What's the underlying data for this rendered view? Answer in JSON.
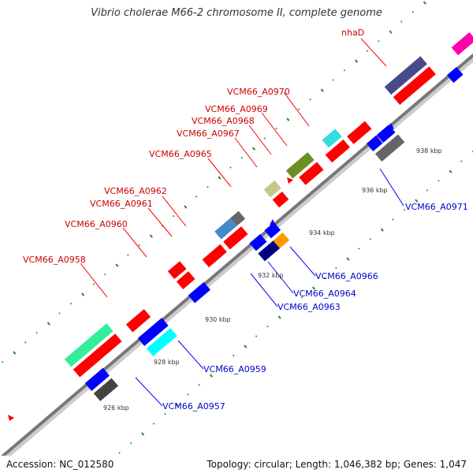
{
  "title": "Vibrio cholerae M66-2 chromosome II, complete genome",
  "footer": {
    "accession": "Accession: NC_012580",
    "summary": "Topology: circular; Length: 1,046,382 bp; Genes: 1,047"
  },
  "scale_labels": [
    "926 kbp",
    "928 kbp",
    "930 kbp",
    "932 kbp",
    "934 kbp",
    "936 kbp",
    "938 kbp"
  ],
  "gene_labels_forward": [
    "nhaD",
    "VCM66_A0970",
    "VCM66_A0969",
    "VCM66_A0968",
    "VCM66_A0967",
    "VCM66_A0965",
    "VCM66_A0962",
    "VCM66_A0961",
    "VCM66_A0960",
    "VCM66_A0958"
  ],
  "gene_labels_reverse": [
    "VCM66_A0971",
    "VCM66_A0966",
    "VCM66_A0964",
    "VCM66_A0963",
    "VCM66_A0959",
    "VCM66_A0957"
  ],
  "colors": {
    "forward_cds": "#ff0000",
    "reverse_cds": "#0000ff",
    "forward_label": "#cc0000",
    "reverse_label": "#0000cc",
    "backbone": "#888888",
    "tick_dots": "#228b22"
  }
}
